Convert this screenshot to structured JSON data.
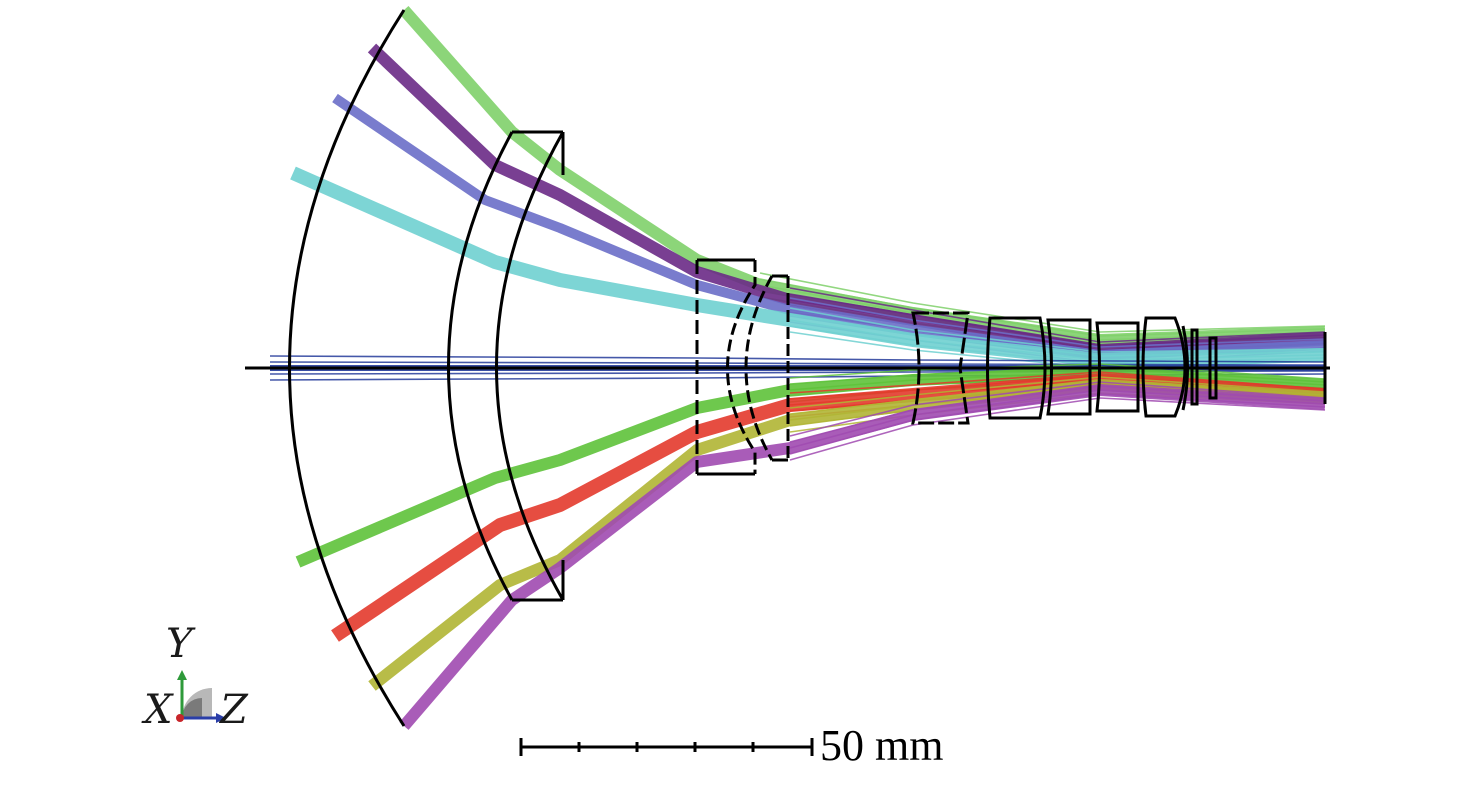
{
  "diagram": {
    "axes": {
      "y_label": "Y",
      "x_label": "X",
      "z_label": "Z"
    },
    "scale_bar": {
      "label": "50 mm"
    },
    "colors": {
      "light_green": "#7fd06a",
      "purple": "#6a2a86",
      "slate_blue": "#6a6ec8",
      "cyan": "#6fd0d0",
      "navy": "#253b9a",
      "green": "#5ec23a",
      "red": "#e33a2c",
      "olive": "#b0b534",
      "magenta": "#a04ab0",
      "lens_line": "#000000"
    },
    "ray_bundles": [
      {
        "color_key": "light_green"
      },
      {
        "color_key": "purple"
      },
      {
        "color_key": "slate_blue"
      },
      {
        "color_key": "cyan"
      },
      {
        "color_key": "navy"
      },
      {
        "color_key": "green"
      },
      {
        "color_key": "red"
      },
      {
        "color_key": "olive"
      },
      {
        "color_key": "magenta"
      }
    ]
  }
}
